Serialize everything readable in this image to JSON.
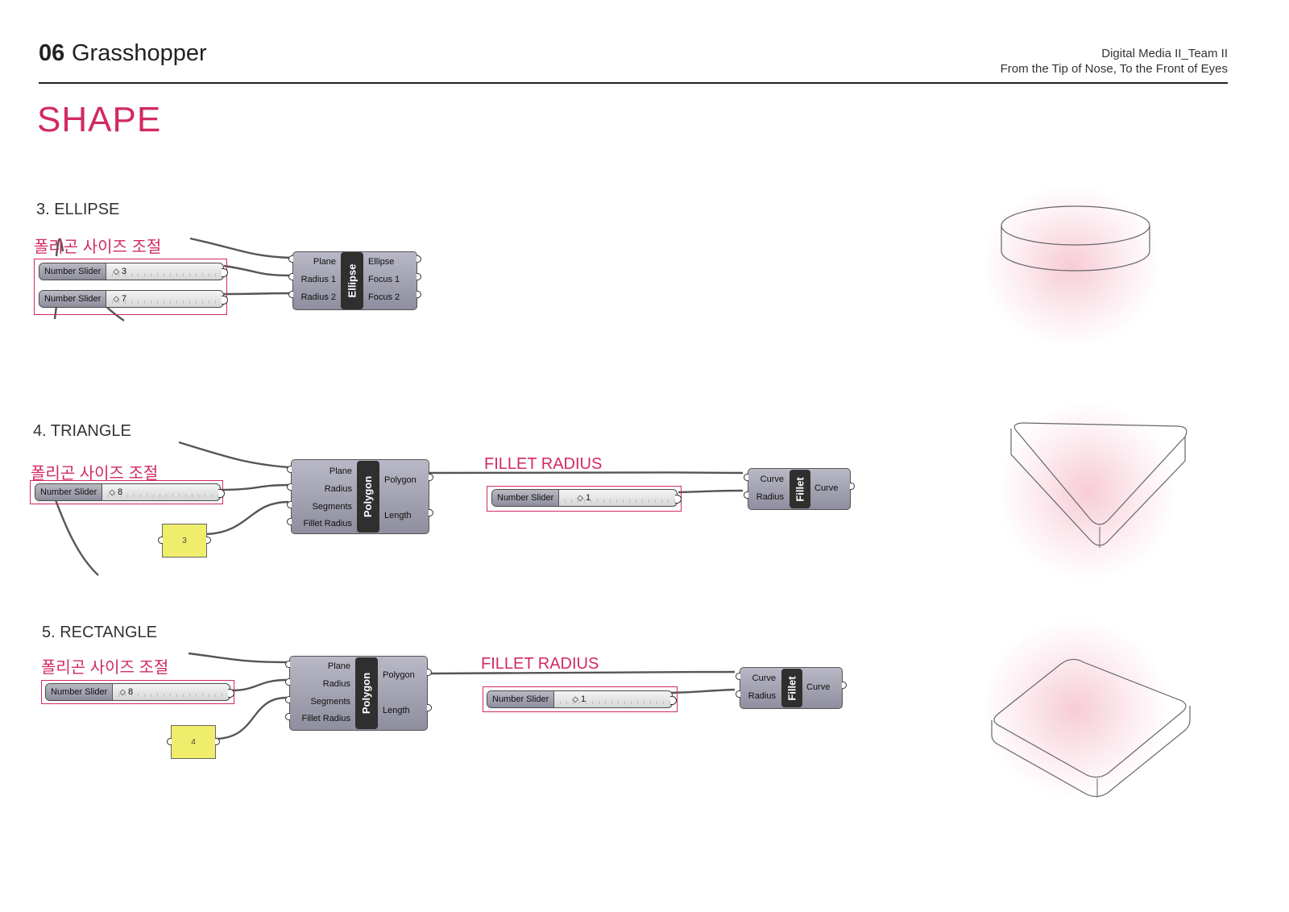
{
  "header": {
    "number": "06",
    "title": "Grasshopper",
    "right_line1": "Digital Media II_Team II",
    "right_line2": "From the Tip of Nose, To the Front of Eyes"
  },
  "page_title": "SHAPE",
  "colors": {
    "accent": "#d12a63",
    "panel": "#f0ed6c",
    "component": "#9c9cab"
  },
  "sections": {
    "ellipse": {
      "label": "3. ELLIPSE",
      "note": "폴리곤 사이즈 조절",
      "sliders": [
        {
          "label": "Number Slider",
          "value": "3"
        },
        {
          "label": "Number Slider",
          "value": "7"
        }
      ],
      "component": {
        "name": "Ellipse",
        "inputs": [
          "Plane",
          "Radius 1",
          "Radius 2"
        ],
        "outputs": [
          "Ellipse",
          "Focus 1",
          "Focus 2"
        ]
      },
      "preview_icon": "ellipse-disc-icon"
    },
    "triangle": {
      "label": "4. TRIANGLE",
      "note": "폴리곤 사이즈 조절",
      "slider": {
        "label": "Number Slider",
        "value": "8"
      },
      "panel_value": "3",
      "component": {
        "name": "Polygon",
        "inputs": [
          "Plane",
          "Radius",
          "Segments",
          "Fillet Radius"
        ],
        "outputs": [
          "Polygon",
          "Length"
        ]
      },
      "fillet_note": "FILLET RADIUS",
      "fillet_slider": {
        "label": "Number Slider",
        "value": "1"
      },
      "fillet": {
        "name": "Fillet",
        "inputs": [
          "Curve",
          "Radius"
        ],
        "outputs": [
          "Curve"
        ]
      },
      "preview_icon": "rounded-triangle-icon"
    },
    "rectangle": {
      "label": "5. RECTANGLE",
      "note": "폴리곤 사이즈 조절",
      "slider": {
        "label": "Number Slider",
        "value": "8"
      },
      "panel_value": "4",
      "component": {
        "name": "Polygon",
        "inputs": [
          "Plane",
          "Radius",
          "Segments",
          "Fillet Radius"
        ],
        "outputs": [
          "Polygon",
          "Length"
        ]
      },
      "fillet_note": "FILLET RADIUS",
      "fillet_slider": {
        "label": "Number Slider",
        "value": "1"
      },
      "fillet": {
        "name": "Fillet",
        "inputs": [
          "Curve",
          "Radius"
        ],
        "outputs": [
          "Curve"
        ]
      },
      "preview_icon": "rounded-square-icon"
    }
  }
}
